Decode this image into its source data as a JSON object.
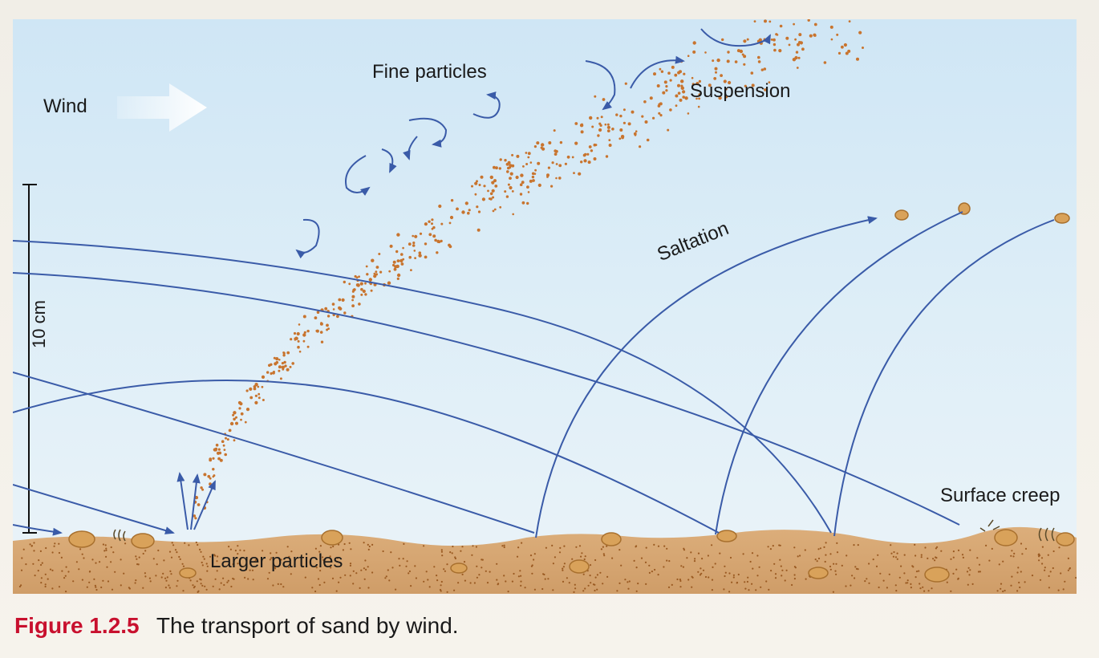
{
  "labels": {
    "wind": "Wind",
    "fine_particles": "Fine particles",
    "suspension": "Suspension",
    "saltation": "Saltation",
    "surface_creep": "Surface creep",
    "larger_particles": "Larger particles",
    "scale": "10 cm"
  },
  "caption": {
    "figure_number": "Figure 1.2.5",
    "text": "The transport of sand by wind."
  },
  "colors": {
    "sky_top": "#cfe6f5",
    "sky_bottom": "#eaf3f7",
    "ground": "#d8a977",
    "arrow": "#3a5ba8",
    "particle": "#c8742e",
    "caption_red": "#c8102e"
  },
  "icons": {
    "wind_arrow": "wind-arrow-icon",
    "suspension_arrows": "curved-arrow-icon",
    "grain": "sand-grain-icon"
  }
}
